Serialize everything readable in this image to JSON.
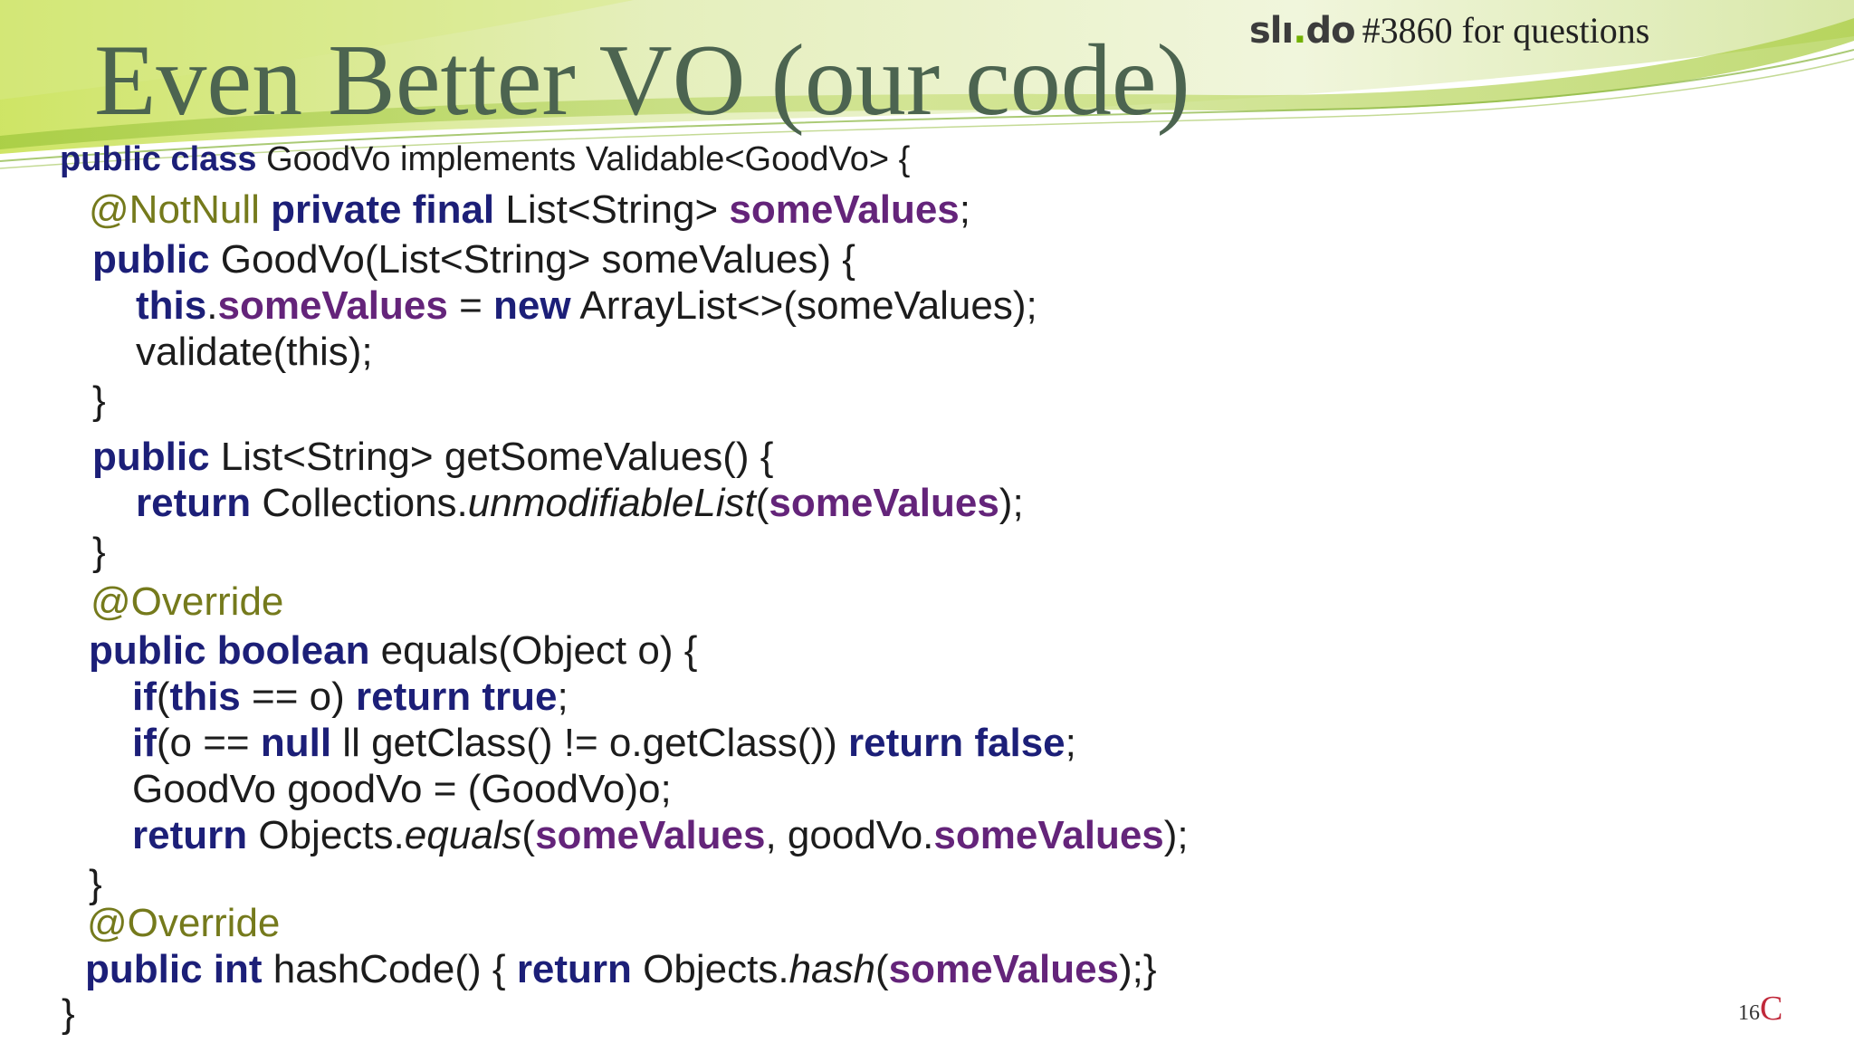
{
  "title": "Even Better VO (our code)",
  "slido": {
    "logo_main": "slı",
    "logo_dot": ".",
    "logo_end": "do",
    "text": "#3860 for questions"
  },
  "code": {
    "l1": {
      "a": "public class",
      "b": " GoodVo implements Validable<GoodVo> {"
    },
    "l2": {
      "a": "@NotNull",
      "b": " ",
      "c": "private final",
      "d": " List<String> ",
      "e": "someValues",
      "f": ";"
    },
    "l3": {
      "a": "public",
      "b": " GoodVo(List<String> someValues) {"
    },
    "l4": {
      "a": "this",
      "b": ".",
      "c": "someValues",
      "d": " = ",
      "e": "new",
      "f": " ArrayList<>(someValues);"
    },
    "l5": {
      "a": "validate(this);"
    },
    "l6": {
      "a": "}"
    },
    "l7": {
      "a": "public",
      "b": " List<String> getSomeValues() {"
    },
    "l8": {
      "a": "return",
      "b": " Collections.",
      "c": "unmodifiableList",
      "d": "(",
      "e": "someValues",
      "f": ");"
    },
    "l9": {
      "a": "}"
    },
    "l10": {
      "a": "@Override"
    },
    "l11": {
      "a": "public boolean",
      "b": " equals(Object o) {"
    },
    "l12": {
      "a": "if",
      "b": "(",
      "c": "this",
      "d": " == o) ",
      "e": "return true",
      "f": ";"
    },
    "l13": {
      "a": "if",
      "b": "(o == ",
      "c": "null",
      "d": " ll getClass() != o.getClass()) ",
      "e": "return false",
      "f": ";"
    },
    "l14": {
      "a": "GoodVo goodVo = (GoodVo)o;"
    },
    "l15": {
      "a": "return",
      "b": " Objects.",
      "c": "equals",
      "d": "(",
      "e": "someValues",
      "f": ", goodVo.",
      "g": "someValues",
      "h": ");"
    },
    "l16": {
      "a": "}"
    },
    "l17": {
      "a": "@Override"
    },
    "l18": {
      "a": "public int",
      "b": " hashCode() { ",
      "c": "return",
      "d": " Objects.",
      "e": "hash",
      "f": "(",
      "g": "someValues",
      "h": ");}"
    },
    "l19": {
      "a": "}"
    }
  },
  "footer": {
    "page_number": "16",
    "brand_letter": "C"
  },
  "colors": {
    "keyword": "#1c1f78",
    "field": "#64247a",
    "annotation": "#757a1c",
    "title": "#4c6450",
    "swoosh": "#bcd85a",
    "brand": "#c0283a"
  }
}
